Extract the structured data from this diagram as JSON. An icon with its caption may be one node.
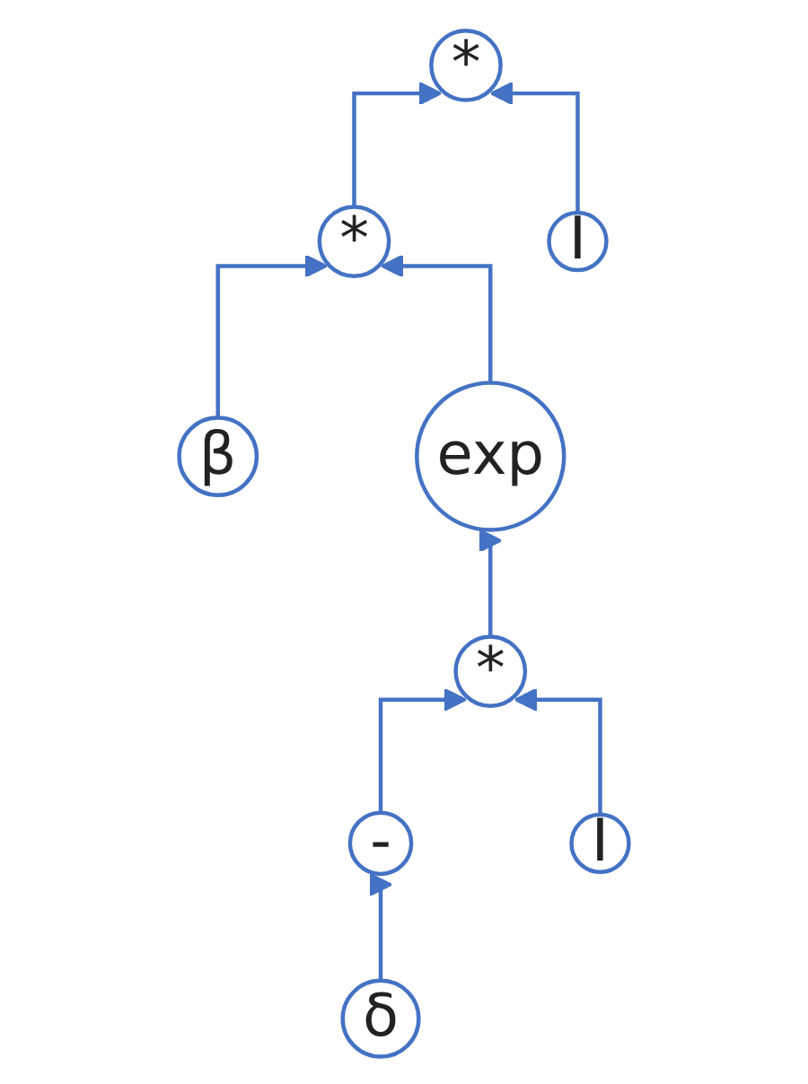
{
  "diagram": {
    "nodes": [
      {
        "text": [
          "*"
        ]
      },
      {
        "text": [
          "*"
        ]
      },
      {
        "text": [
          "I"
        ]
      },
      {
        "text": [
          "β"
        ]
      },
      {
        "text": [
          "exp"
        ]
      },
      {
        "text": [
          "*"
        ]
      },
      {
        "text": [
          "-"
        ]
      },
      {
        "text": [
          "I"
        ]
      },
      {
        "text": [
          "δ"
        ]
      }
    ],
    "edges": [
      {
        "from": 1,
        "to": 0,
        "arrow": "to"
      },
      {
        "from": 2,
        "to": 0,
        "arrow": "to"
      },
      {
        "from": 3,
        "to": 1,
        "arrow": "to"
      },
      {
        "from": 4,
        "to": 1,
        "arrow": "to"
      },
      {
        "from": 5,
        "to": 4,
        "arrow": "to"
      },
      {
        "from": 6,
        "to": 5,
        "arrow": "to"
      },
      {
        "from": 7,
        "to": 5,
        "arrow": "to"
      },
      {
        "from": 8,
        "to": 6,
        "arrow": "to"
      }
    ]
  }
}
